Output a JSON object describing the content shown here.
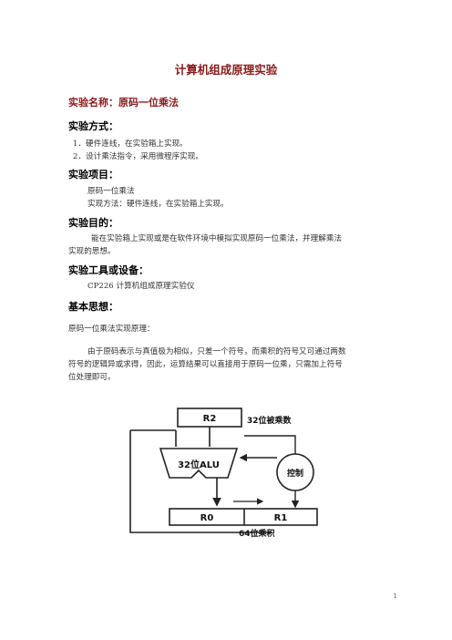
{
  "title": "计算机组成原理实验",
  "experiment_name": "实验名称：原码一位乘法",
  "method": {
    "heading": "实验方式：",
    "items": [
      "1．硬件连线，在实验箱上实现。",
      "2．设计乘法指令，采用微程序实现。"
    ]
  },
  "project": {
    "heading": "实验项目：",
    "lines": [
      "原码一位乘法",
      "实现方法：硬件连线，在实验箱上实现。"
    ]
  },
  "purpose": {
    "heading": "实验目的：",
    "line1": "能在实验箱上实现或是在软件环境中模拟实现原码一位乘法，并理解乘法",
    "line2": "实现的思想。"
  },
  "tools": {
    "heading": "实验工具或设备：",
    "line": "CP226 计算机组成原理实验仪"
  },
  "idea": {
    "heading": "基本思想：",
    "intro": "原码一位乘法实现原理：",
    "para_lines": [
      "由于原码表示与真值极为相似，只差一个符号，而乘积的符号又可通过两数",
      "符号的逻辑异或求得，因此，运算结果可以直接用于原码一位乘，只需加上符号",
      "位处理即可。"
    ]
  },
  "diagram": {
    "r2": "R2",
    "r2_label": "32位被乘数",
    "alu": "32位ALU",
    "control": "控制",
    "r0": "R0",
    "r1": "R1",
    "product_label": "64位乘积"
  },
  "page_number": "1"
}
